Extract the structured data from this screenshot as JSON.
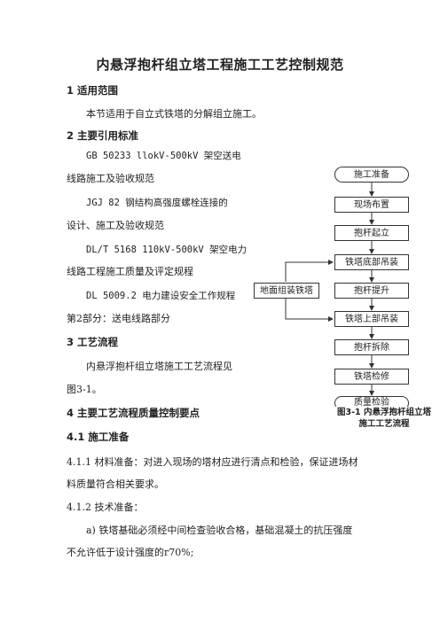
{
  "doc": {
    "title": "内悬浮抱杆组立塔工程施工工艺控制规范",
    "s1_heading": "1 适用范围",
    "s1_text": "本节适用于自立式铁塔的分解组立施工。",
    "s2_heading": "2 主要引用标准",
    "s2_ref1_a": "GB 50233  llokV-500kV 架空送电",
    "s2_ref1_b": "线路施工及验收规范",
    "s2_ref2_a": "JGJ 82  钢结构高强度螺栓连接的",
    "s2_ref2_b": "设计、施工及验收规范",
    "s2_ref3_a": "DL/T 5168  110kV-500kV 架空电力",
    "s2_ref3_b": "线路工程施工质量及评定规程",
    "s2_ref4_a": "DL 5009.2  电力建设安全工作规程",
    "s2_ref4_b": "第2部分：送电线路部分",
    "s3_heading": "3 工艺流程",
    "s3_text_a": "内悬浮抱杆组立塔施工工艺流程见",
    "s3_text_b": "图3-1。",
    "s4_heading": "4 主要工艺流程质量控制要点",
    "s41_heading": "4.1 施工准备",
    "s411_a": "4.1.1 材料准备：对进入现场的塔材应进行清点和检验，保证进场材",
    "s411_b": "料质量符合相关要求。",
    "s412": "4.1.2 技术准备：",
    "s412a_a": "a) 铁塔基础必须经中间检查验收合格，基础混凝土的抗压强度",
    "s412a_b": "不允许低于设计强度的r70%;"
  },
  "flowchart": {
    "start": "施工准备",
    "step1": "现场布置",
    "step2": "抱杆起立",
    "step3": "铁塔底部吊装",
    "side": "地面组装铁塔",
    "step4": "抱杆提升",
    "step5": "铁塔上部吊装",
    "step6": "抱杆拆除",
    "step7": "铁塔检修",
    "end": "质量检验",
    "caption_a": "图3-1 内悬浮抱杆组立塔",
    "caption_b": "施工工艺流程"
  }
}
